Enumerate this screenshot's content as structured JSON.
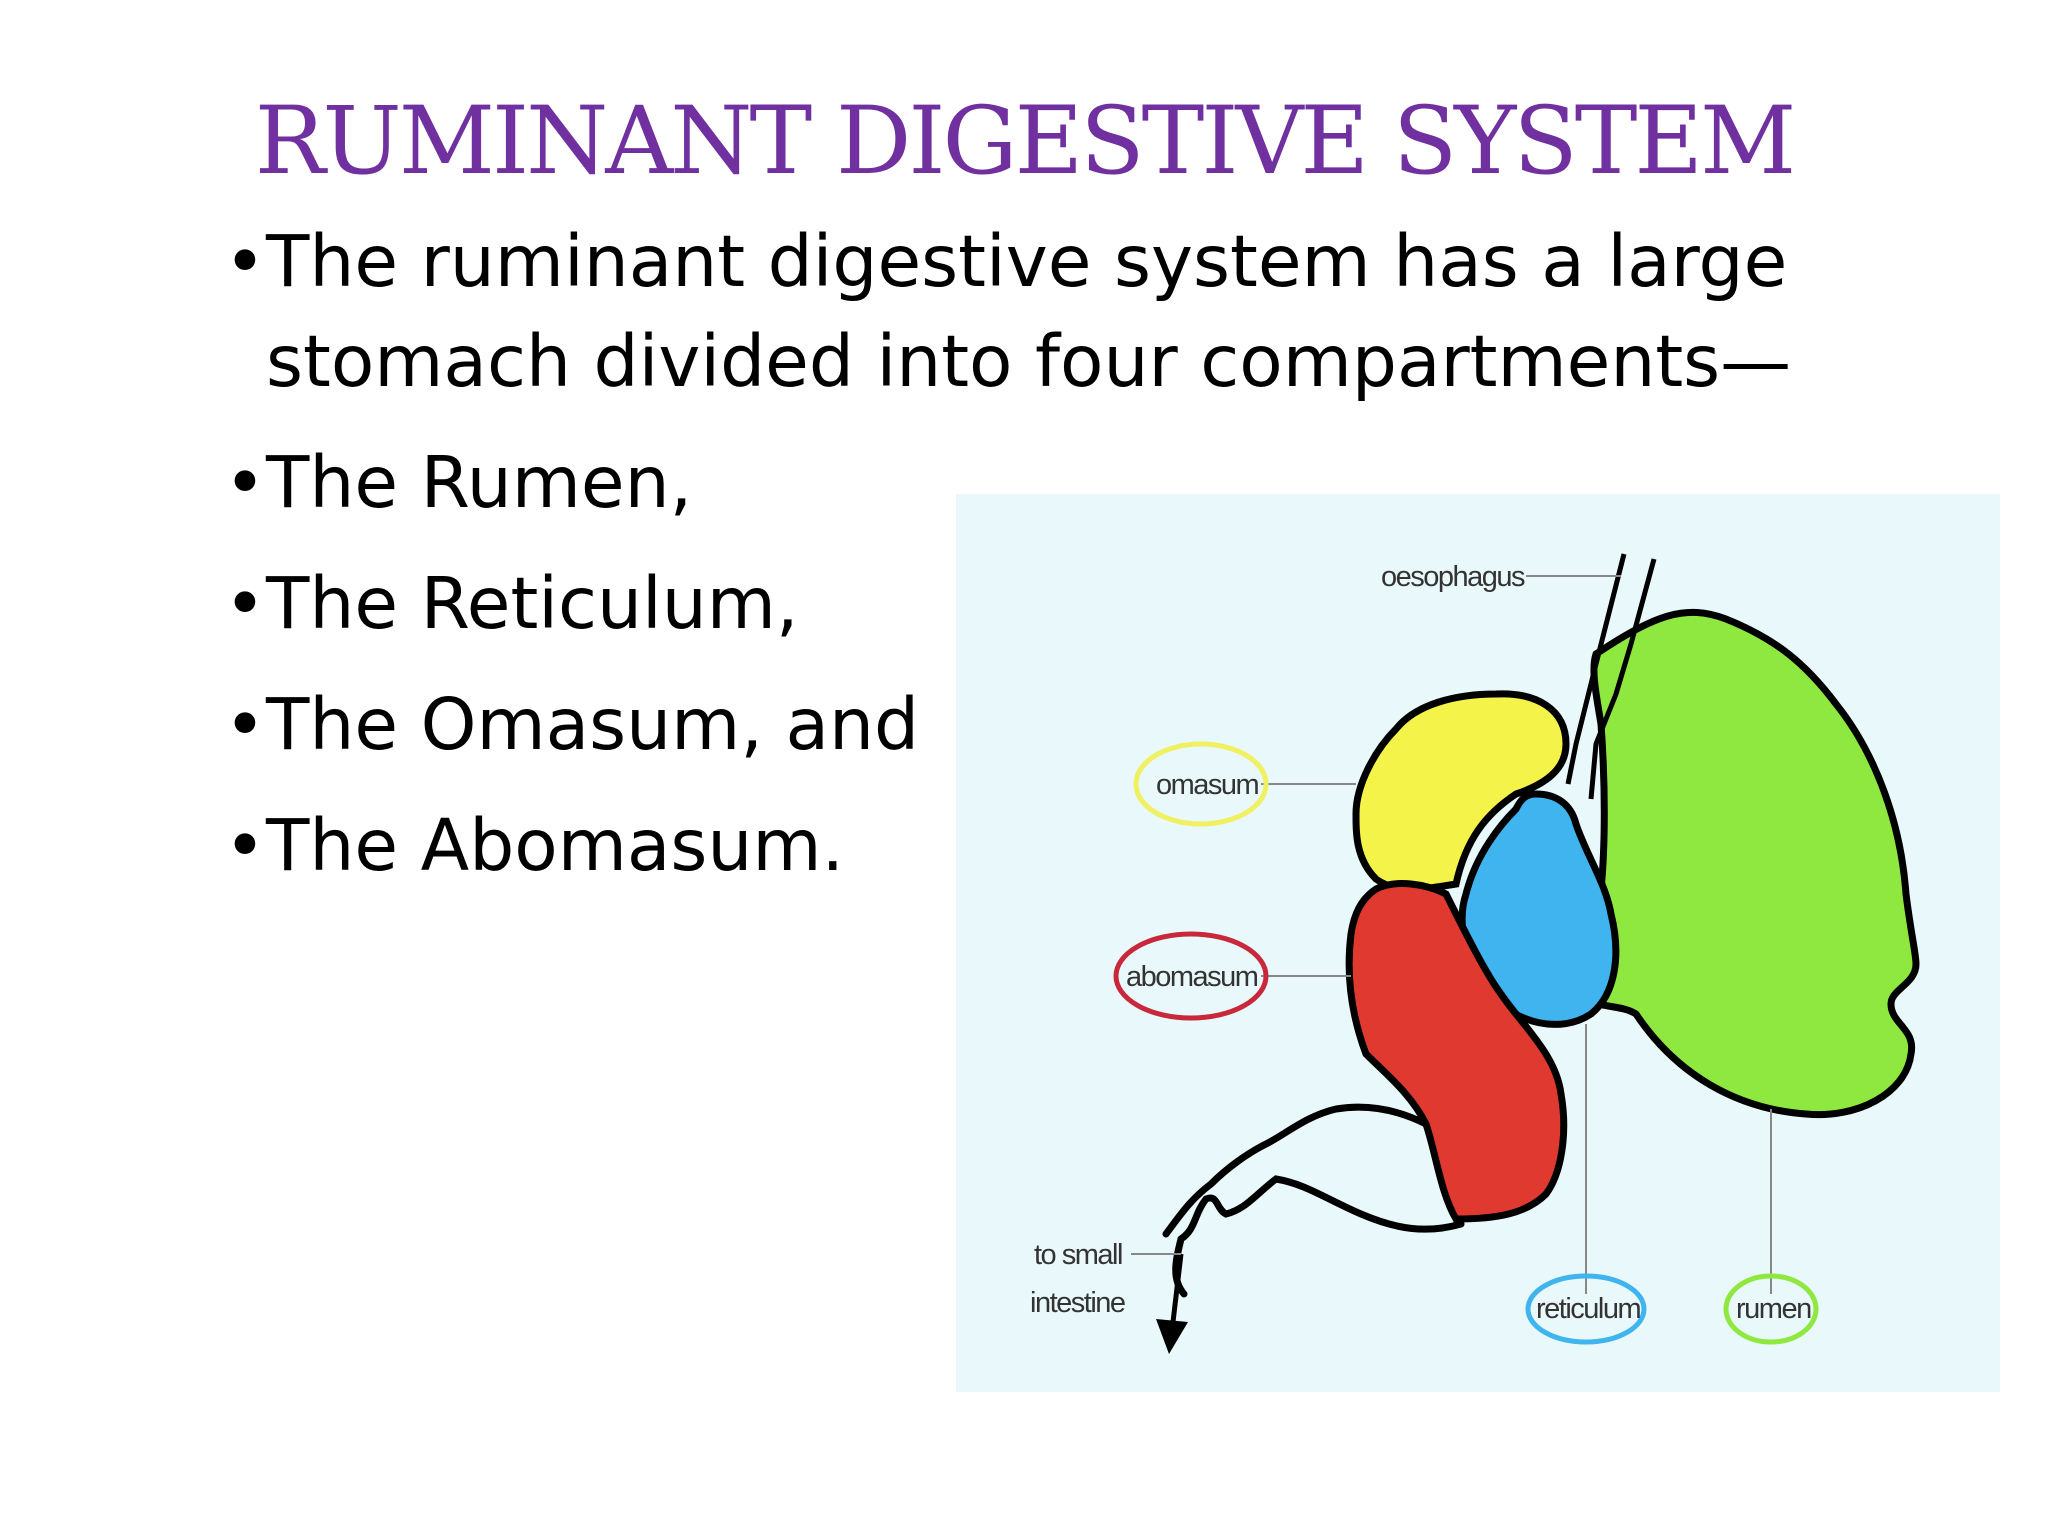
{
  "slide": {
    "title": "RUMINANT DIGESTIVE SYSTEM",
    "bullet_glyph": "•",
    "bullets": [
      {
        "text": "The ruminant digestive system has a large stomach divided into four compartments—"
      },
      {
        "text": "The Rumen,"
      },
      {
        "text": " The Reticulum,"
      },
      {
        "text": "The Omasum, and"
      },
      {
        "text": " The Abomasum."
      }
    ]
  },
  "diagram": {
    "labels": {
      "oesophagus": "oesophagus",
      "omasum": "omasum",
      "abomasum": "abomasum",
      "small_intestine_line1": "to small",
      "small_intestine_line2": "intestine",
      "reticulum": "reticulum",
      "rumen": "rumen"
    },
    "colors": {
      "rumen": "#8ee83f",
      "omasum": "#f4f34a",
      "reticulum": "#3fb4ee",
      "abomasum": "#e03a30",
      "omasum_ring": "#f0f060",
      "abomasum_ring": "#c8283a",
      "reticulum_ring": "#3fb4ee",
      "rumen_ring": "#8ee83f",
      "title": "#7030a0"
    }
  }
}
